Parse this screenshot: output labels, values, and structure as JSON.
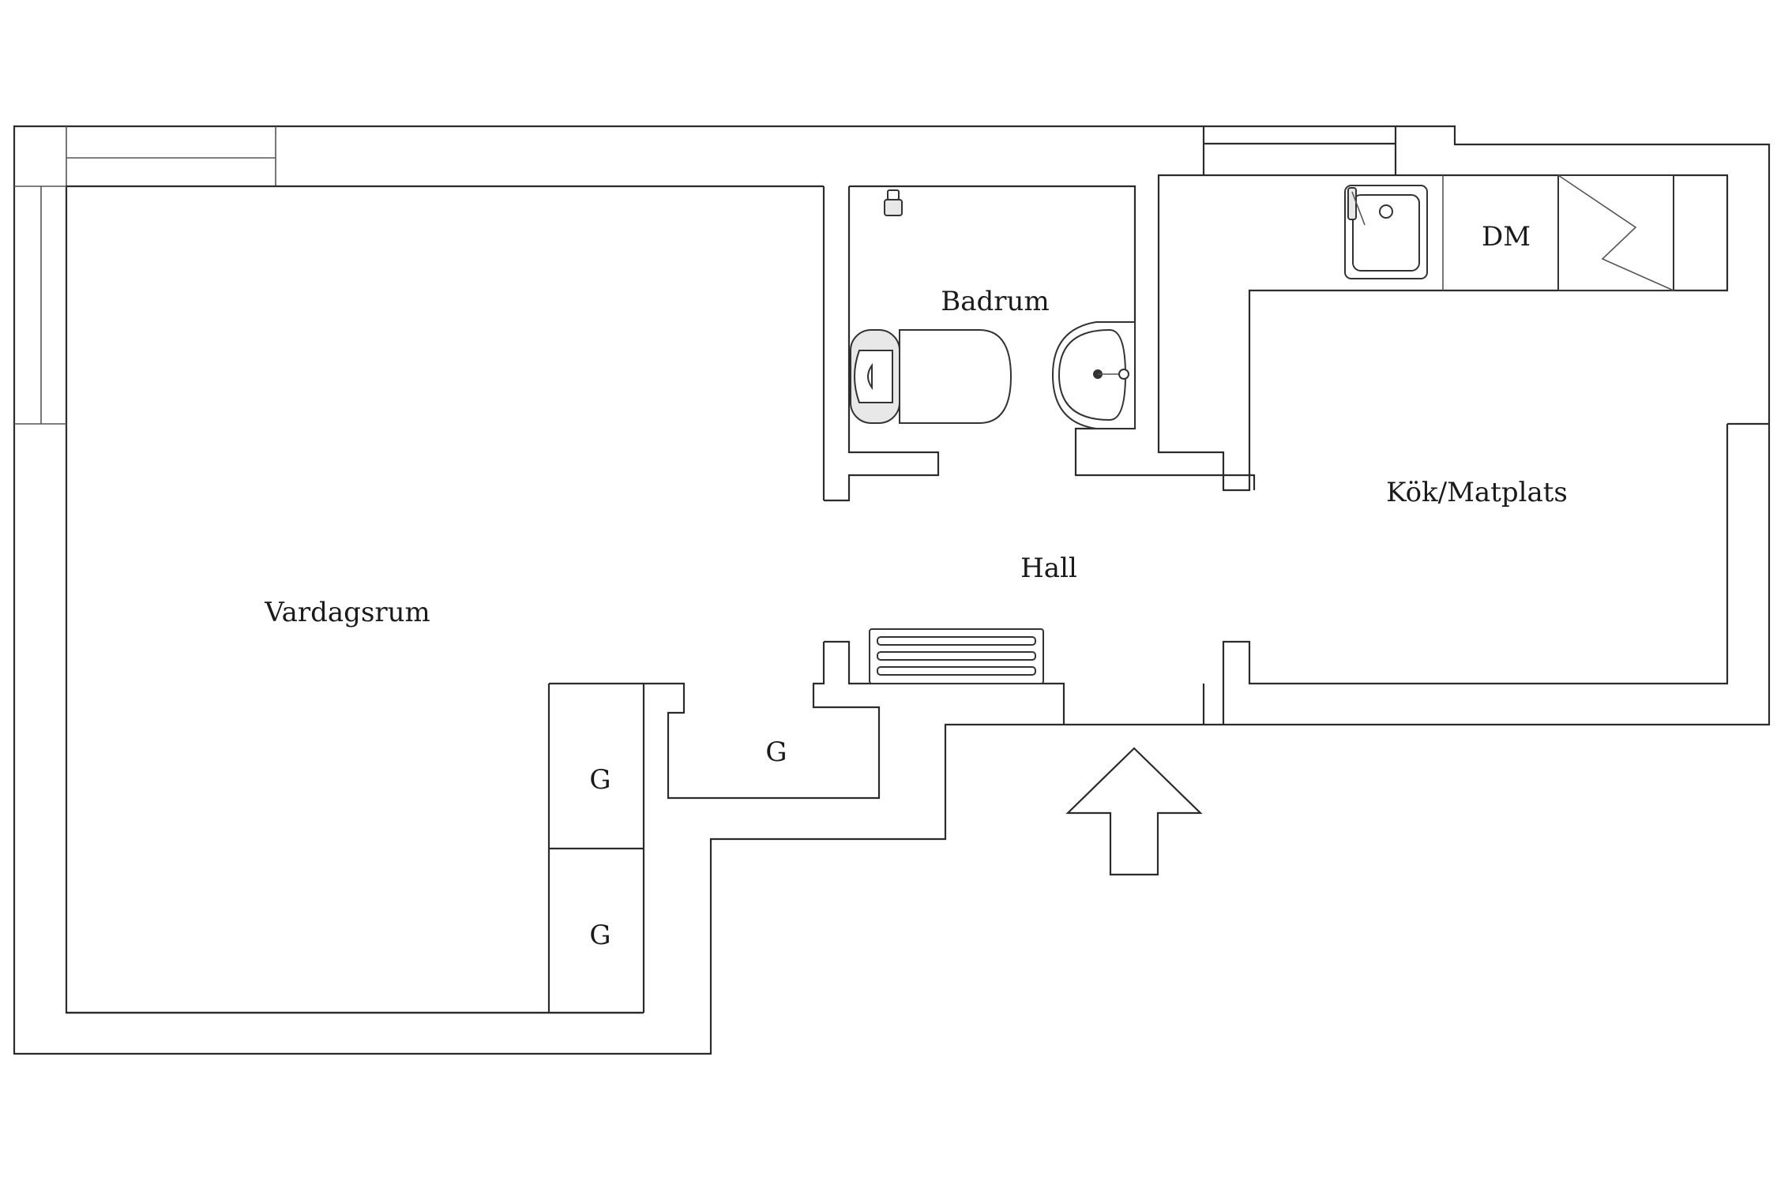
{
  "rooms": {
    "living_room": "Vardagsrum",
    "bathroom": "Badrum",
    "kitchen": "Kök/Matplats",
    "hall": "Hall",
    "dishwasher": "DM",
    "closet_hall": "G",
    "closet_upper": "G",
    "closet_lower": "G"
  },
  "colors": {
    "wall": "#2b2b2b",
    "background": "#ffffff",
    "text": "#1a1a1a"
  }
}
